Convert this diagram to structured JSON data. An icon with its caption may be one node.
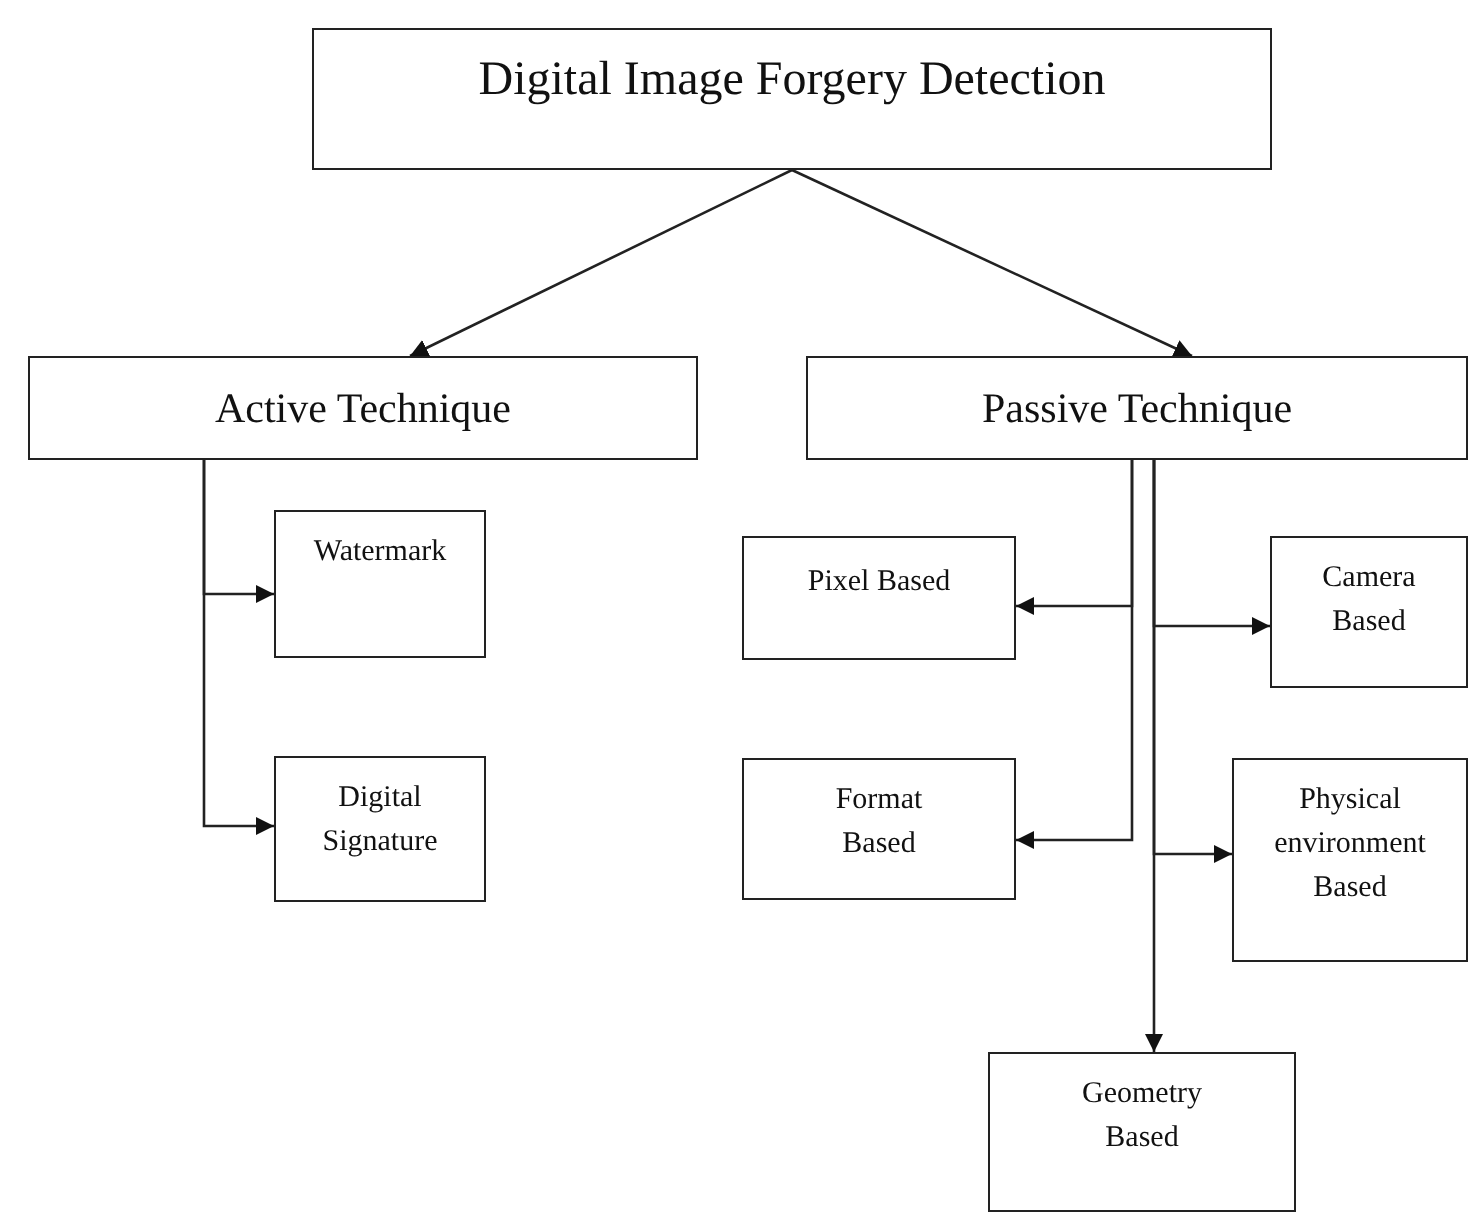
{
  "diagram": {
    "nodes": [
      {
        "text": [
          "Digital Image Forgery Detection"
        ]
      },
      {
        "text": [
          "Active Technique"
        ]
      },
      {
        "text": [
          "Passive Technique"
        ]
      },
      {
        "text": [
          "Watermark"
        ]
      },
      {
        "text": [
          "Digital Signature"
        ]
      },
      {
        "text": [
          "Pixel Based"
        ]
      },
      {
        "text": [
          "Camera Based"
        ]
      },
      {
        "text": [
          "Format Based"
        ]
      },
      {
        "text": [
          "Physical environment Based"
        ]
      },
      {
        "text": [
          "Geometry Based"
        ]
      }
    ],
    "edges": [
      {
        "from": 0,
        "to": 1,
        "arrow": "to"
      },
      {
        "from": 0,
        "to": 2,
        "arrow": "to"
      },
      {
        "from": 1,
        "to": 3,
        "arrow": "to"
      },
      {
        "from": 1,
        "to": 4,
        "arrow": "to"
      },
      {
        "from": 2,
        "to": 5,
        "arrow": "to"
      },
      {
        "from": 2,
        "to": 6,
        "arrow": "to"
      },
      {
        "from": 2,
        "to": 7,
        "arrow": "to"
      },
      {
        "from": 2,
        "to": 8,
        "arrow": "to"
      },
      {
        "from": 2,
        "to": 9,
        "arrow": "to"
      }
    ]
  }
}
